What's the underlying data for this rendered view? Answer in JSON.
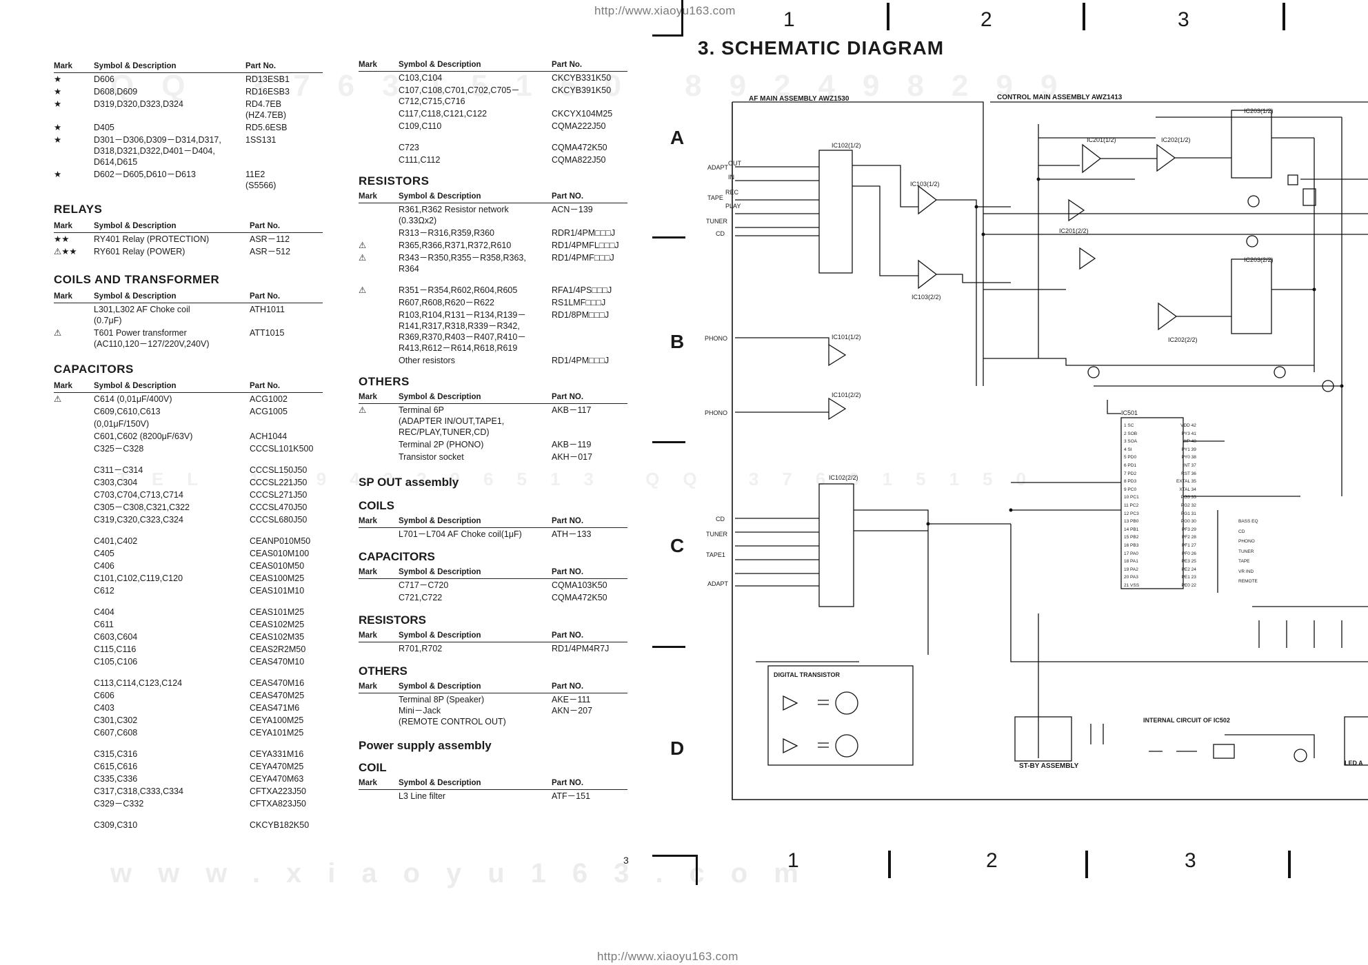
{
  "header": {
    "url_top": "http://www.xiaoyu163.com",
    "url_bottom": "http://www.xiaoyu163.com"
  },
  "watermark": {
    "bottom": "www.xiaoyu163.com",
    "row1": "QQ 376315150  892498299",
    "row2": "TEL 13942296513  QQ 376315150"
  },
  "page_number": "3",
  "col_headers": {
    "mark": "Mark",
    "symbol": "Symbol & Description",
    "part": "Part No.",
    "part_caps": "Part NO."
  },
  "col1": {
    "diodes": [
      {
        "mark": "★",
        "symbol": "D606",
        "part": "RD13ESB1"
      },
      {
        "mark": "★",
        "symbol": "D608,D609",
        "part": "RD16ESB3"
      },
      {
        "mark": "★",
        "symbol": "D319,D320,D323,D324",
        "part": "RD4.7EB\n(HZ4.7EB)"
      },
      {
        "mark": "★",
        "symbol": "D405",
        "part": "RD5.6ESB"
      },
      {
        "mark": "★",
        "symbol": "D301－D306,D309－D314,D317,\nD318,D321,D322,D401－D404,\nD614,D615",
        "part": "1SS131"
      },
      {
        "mark": "★",
        "symbol": "D602－D605,D610－D613",
        "part": "11E2\n(S5566)"
      }
    ],
    "relays_title": "RELAYS",
    "relays": [
      {
        "mark": "★★",
        "symbol": "RY401    Relay (PROTECTION)",
        "part": "ASR－112"
      },
      {
        "mark": "⚠★★",
        "symbol": "RY601    Relay (POWER)",
        "part": "ASR－512"
      }
    ],
    "coils_title": "COILS AND TRANSFORMER",
    "coils": [
      {
        "mark": "",
        "symbol": "L301,L302   AF Choke coil\n                   (0.7μF)",
        "part": "ATH1011"
      },
      {
        "mark": "⚠",
        "symbol": "T601    Power transformer\n(AC110,120－127/220V,240V)",
        "part": "ATT1015"
      }
    ],
    "caps_title": "CAPACITORS",
    "caps": [
      {
        "mark": "⚠",
        "symbol": "C614   (0,01μF/400V)",
        "part": "ACG1002",
        "gap": false
      },
      {
        "mark": "",
        "symbol": "C609,C610,C613",
        "part": "ACG1005",
        "gap": false
      },
      {
        "mark": "",
        "symbol": "           (0,01μF/150V)",
        "part": "",
        "gap": false
      },
      {
        "mark": "",
        "symbol": "C601,C602   (8200μF/63V)",
        "part": "ACH1044",
        "gap": false
      },
      {
        "mark": "",
        "symbol": "C325－C328",
        "part": "CCCSL101K500",
        "gap": false
      },
      {
        "mark": "",
        "symbol": "C311－C314",
        "part": "CCCSL150J50",
        "gap": true
      },
      {
        "mark": "",
        "symbol": "C303,C304",
        "part": "CCCSL221J50",
        "gap": false
      },
      {
        "mark": "",
        "symbol": "C703,C704,C713,C714",
        "part": "CCCSL271J50",
        "gap": false
      },
      {
        "mark": "",
        "symbol": "C305－C308,C321,C322",
        "part": "CCCSL470J50",
        "gap": false
      },
      {
        "mark": "",
        "symbol": "C319,C320,C323,C324",
        "part": "CCCSL680J50",
        "gap": false
      },
      {
        "mark": "",
        "symbol": "C401,C402",
        "part": "CEANP010M50",
        "gap": true
      },
      {
        "mark": "",
        "symbol": "C405",
        "part": "CEAS010M100",
        "gap": false
      },
      {
        "mark": "",
        "symbol": "C406",
        "part": "CEAS010M50",
        "gap": false
      },
      {
        "mark": "",
        "symbol": "C101,C102,C119,C120",
        "part": "CEAS100M25",
        "gap": false
      },
      {
        "mark": "",
        "symbol": "C612",
        "part": "CEAS101M10",
        "gap": false
      },
      {
        "mark": "",
        "symbol": "C404",
        "part": "CEAS101M25",
        "gap": true
      },
      {
        "mark": "",
        "symbol": "C611",
        "part": "CEAS102M25",
        "gap": false
      },
      {
        "mark": "",
        "symbol": "C603,C604",
        "part": "CEAS102M35",
        "gap": false
      },
      {
        "mark": "",
        "symbol": "C115,C116",
        "part": "CEAS2R2M50",
        "gap": false
      },
      {
        "mark": "",
        "symbol": "C105,C106",
        "part": "CEAS470M10",
        "gap": false
      },
      {
        "mark": "",
        "symbol": "C113,C114,C123,C124",
        "part": "CEAS470M16",
        "gap": true
      },
      {
        "mark": "",
        "symbol": "C606",
        "part": "CEAS470M25",
        "gap": false
      },
      {
        "mark": "",
        "symbol": "C403",
        "part": "CEAS471M6",
        "gap": false
      },
      {
        "mark": "",
        "symbol": "C301,C302",
        "part": "CEYA100M25",
        "gap": false
      },
      {
        "mark": "",
        "symbol": "C607,C608",
        "part": "CEYA101M25",
        "gap": false
      },
      {
        "mark": "",
        "symbol": "C315,C316",
        "part": "CEYA331M16",
        "gap": true
      },
      {
        "mark": "",
        "symbol": "C615,C616",
        "part": "CEYA470M25",
        "gap": false
      },
      {
        "mark": "",
        "symbol": "C335,C336",
        "part": "CEYA470M63",
        "gap": false
      },
      {
        "mark": "",
        "symbol": "C317,C318,C333,C334",
        "part": "CFTXA223J50",
        "gap": false
      },
      {
        "mark": "",
        "symbol": "C329－C332",
        "part": "CFTXA823J50",
        "gap": false
      },
      {
        "mark": "",
        "symbol": "C309,C310",
        "part": "CKCYB182K50",
        "gap": true
      }
    ]
  },
  "col2": {
    "caps_cont": [
      {
        "mark": "",
        "symbol": "C103,C104",
        "part": "CKCYB331K50",
        "gap": false
      },
      {
        "mark": "",
        "symbol": "C107,C108,C701,C702,C705－\nC712,C715,C716",
        "part": "CKCYB391K50",
        "gap": false
      },
      {
        "mark": "",
        "symbol": "C117,C118,C121,C122",
        "part": "CKCYX104M25",
        "gap": false
      },
      {
        "mark": "",
        "symbol": "C109,C110",
        "part": "CQMA222J50",
        "gap": false
      },
      {
        "mark": "",
        "symbol": "C723",
        "part": "CQMA472K50",
        "gap": true
      },
      {
        "mark": "",
        "symbol": "C111,C112",
        "part": "CQMA822J50",
        "gap": false
      }
    ],
    "res_title": "RESISTORS",
    "res_header_part": "Part NO.",
    "res": [
      {
        "mark": "",
        "symbol": "R361,R362   Resistor network\n                   (0.33Ωx2)",
        "part": "ACN－139",
        "gap": false
      },
      {
        "mark": "",
        "symbol": "R313－R316,R359,R360",
        "part": "RDR1/4PM□□□J",
        "gap": false
      },
      {
        "mark": "⚠",
        "symbol": "R365,R366,R371,R372,R610",
        "part": "RD1/4PMFL□□□J",
        "gap": false
      },
      {
        "mark": "⚠",
        "symbol": "R343－R350,R355－R358,R363,\nR364",
        "part": "RD1/4PMF□□□J",
        "gap": false
      },
      {
        "mark": "⚠",
        "symbol": "R351－R354,R602,R604,R605",
        "part": "RFA1/4PS□□□J",
        "gap": true
      },
      {
        "mark": "",
        "symbol": "R607,R608,R620－R622",
        "part": "RS1LMF□□□J",
        "gap": false
      },
      {
        "mark": "",
        "symbol": "R103,R104,R131－R134,R139－\nR141,R317,R318,R339－R342,\nR369,R370,R403－R407,R410－\nR413,R612－R614,R618,R619",
        "part": "RD1/8PM□□□J",
        "gap": false
      },
      {
        "mark": "",
        "symbol": "Other resistors",
        "part": "RD1/4PM□□□J",
        "gap": false
      }
    ],
    "others_title": "OTHERS",
    "others": [
      {
        "mark": "⚠",
        "symbol": "Terminal 6P\n  (ADAPTER IN/OUT,TAPE1,\n  REC/PLAY,TUNER,CD)",
        "part": "AKB－117"
      },
      {
        "mark": "",
        "symbol": "Terminal 2P (PHONO)",
        "part": "AKB－119"
      },
      {
        "mark": "",
        "symbol": "Transistor socket",
        "part": "AKH－017"
      }
    ],
    "sp_title": "SP OUT assembly",
    "sp_coils_title": "COILS",
    "sp_coils": [
      {
        "mark": "",
        "symbol": "L701－L704 AF Choke coil(1μF)",
        "part": "ATH－133"
      }
    ],
    "sp_caps_title": "CAPACITORS",
    "sp_caps": [
      {
        "mark": "",
        "symbol": "C717－C720",
        "part": "CQMA103K50"
      },
      {
        "mark": "",
        "symbol": "C721,C722",
        "part": "CQMA472K50"
      }
    ],
    "sp_res_title": "RESISTORS",
    "sp_res": [
      {
        "mark": "",
        "symbol": "R701,R702",
        "part": "RD1/4PM4R7J"
      }
    ],
    "sp_others_title": "OTHERS",
    "sp_others": [
      {
        "mark": "",
        "symbol": "Terminal 8P (Speaker)\nMini－Jack\n  (REMOTE CONTROL OUT)",
        "part": "AKE－111\nAKN－207"
      }
    ],
    "ps_title": "Power supply assembly",
    "ps_coil_title": "COIL",
    "ps_coil": [
      {
        "mark": "",
        "symbol": "L3   Line filter",
        "part": "ATF－151"
      }
    ]
  },
  "schematic": {
    "title": "3. SCHEMATIC DIAGRAM",
    "columns": [
      "1",
      "2",
      "3"
    ],
    "rows": [
      "A",
      "B",
      "C",
      "D"
    ],
    "blocks": {
      "af_main": "AF MAIN ASSEMBLY   AWZ1530",
      "control_main": "CONTROL MAIN ASSEMBLY   AWZ1413",
      "st_by": "ST-BY ASSEMBLY",
      "digital_transistor": "DIGITAL TRANSISTOR",
      "internal_circuit": "INTERNAL CIRCUIT OF IC502",
      "led": "LED A"
    },
    "ic_labels": [
      "IC102(1/2)",
      "IC103(1/2)",
      "IC103(2/2)",
      "IC101(1/2)",
      "IC101(2/2)",
      "IC102(2/2)",
      "IC201(1/2)",
      "IC201(2/2)",
      "IC202(1/2)",
      "IC202(2/2)",
      "IC203(1/2)",
      "IC203(2/2)",
      "IC501"
    ],
    "jack_labels": [
      "ADAPT",
      "TAPE",
      "TUNER",
      "CD",
      "PHONO",
      "TAPE1",
      "REC",
      "PLAY",
      "IN",
      "OUT"
    ],
    "ic501_pins_left": [
      "1 SC",
      "2 SOB",
      "3 SOA",
      "4 SI",
      "5 PD0",
      "6 PD1",
      "7 PD2",
      "8 PD3",
      "9 PC0",
      "10 PC1",
      "11 PC2",
      "12 PC3",
      "13 PB0",
      "14 PB1",
      "15 PB2",
      "16 PB3",
      "17 PA0",
      "18 PA1",
      "19 PA2",
      "20 PA3",
      "21 VSS"
    ],
    "ic501_pins_right": [
      "VDD 42",
      "PY3 41",
      "WP 40",
      "PY1 39",
      "PY0 38",
      "INT 37",
      "RST 36",
      "EXTAL 35",
      "XTAL 34",
      "PG3 33",
      "PG2 32",
      "PG1 31",
      "PG0 30",
      "PF3 29",
      "PF2 28",
      "PF1 27",
      "PF0 26",
      "PE3 25",
      "PE2 24",
      "PE1 23",
      "PE0 22"
    ],
    "selector_labels": [
      "BASS EQ",
      "CD",
      "PHONO",
      "TUNER",
      "TAPE",
      "VR IND",
      "REMOTE"
    ]
  }
}
